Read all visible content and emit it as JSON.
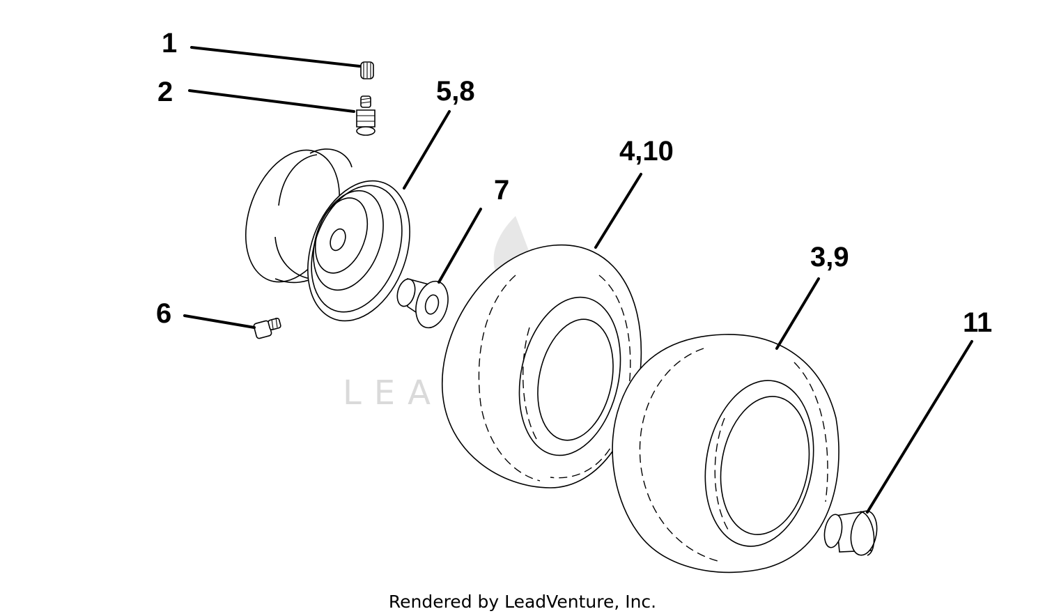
{
  "labels": {
    "p1": "1",
    "p2": "2",
    "p58": "5,8",
    "p410": "4,10",
    "p7": "7",
    "p39": "3,9",
    "p6": "6",
    "p11": "11"
  },
  "watermark": "LEADVENTURE",
  "footer": "Rendered by LeadVenture, Inc."
}
